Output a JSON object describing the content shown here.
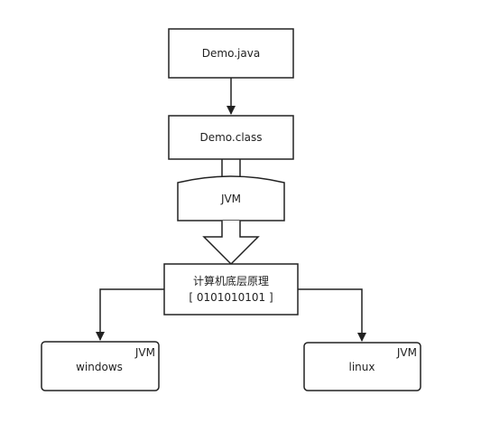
{
  "nodes": {
    "demo_java": "Demo.java",
    "demo_class": "Demo.class",
    "jvm": "JVM",
    "core_line1": "计算机底层原理",
    "core_line2": "[ 0101010101 ]",
    "windows": "windows",
    "windows_tag": "JVM",
    "linux": "linux",
    "linux_tag": "JVM"
  },
  "colors": {
    "stroke": "#222222",
    "fill": "#ffffff"
  }
}
